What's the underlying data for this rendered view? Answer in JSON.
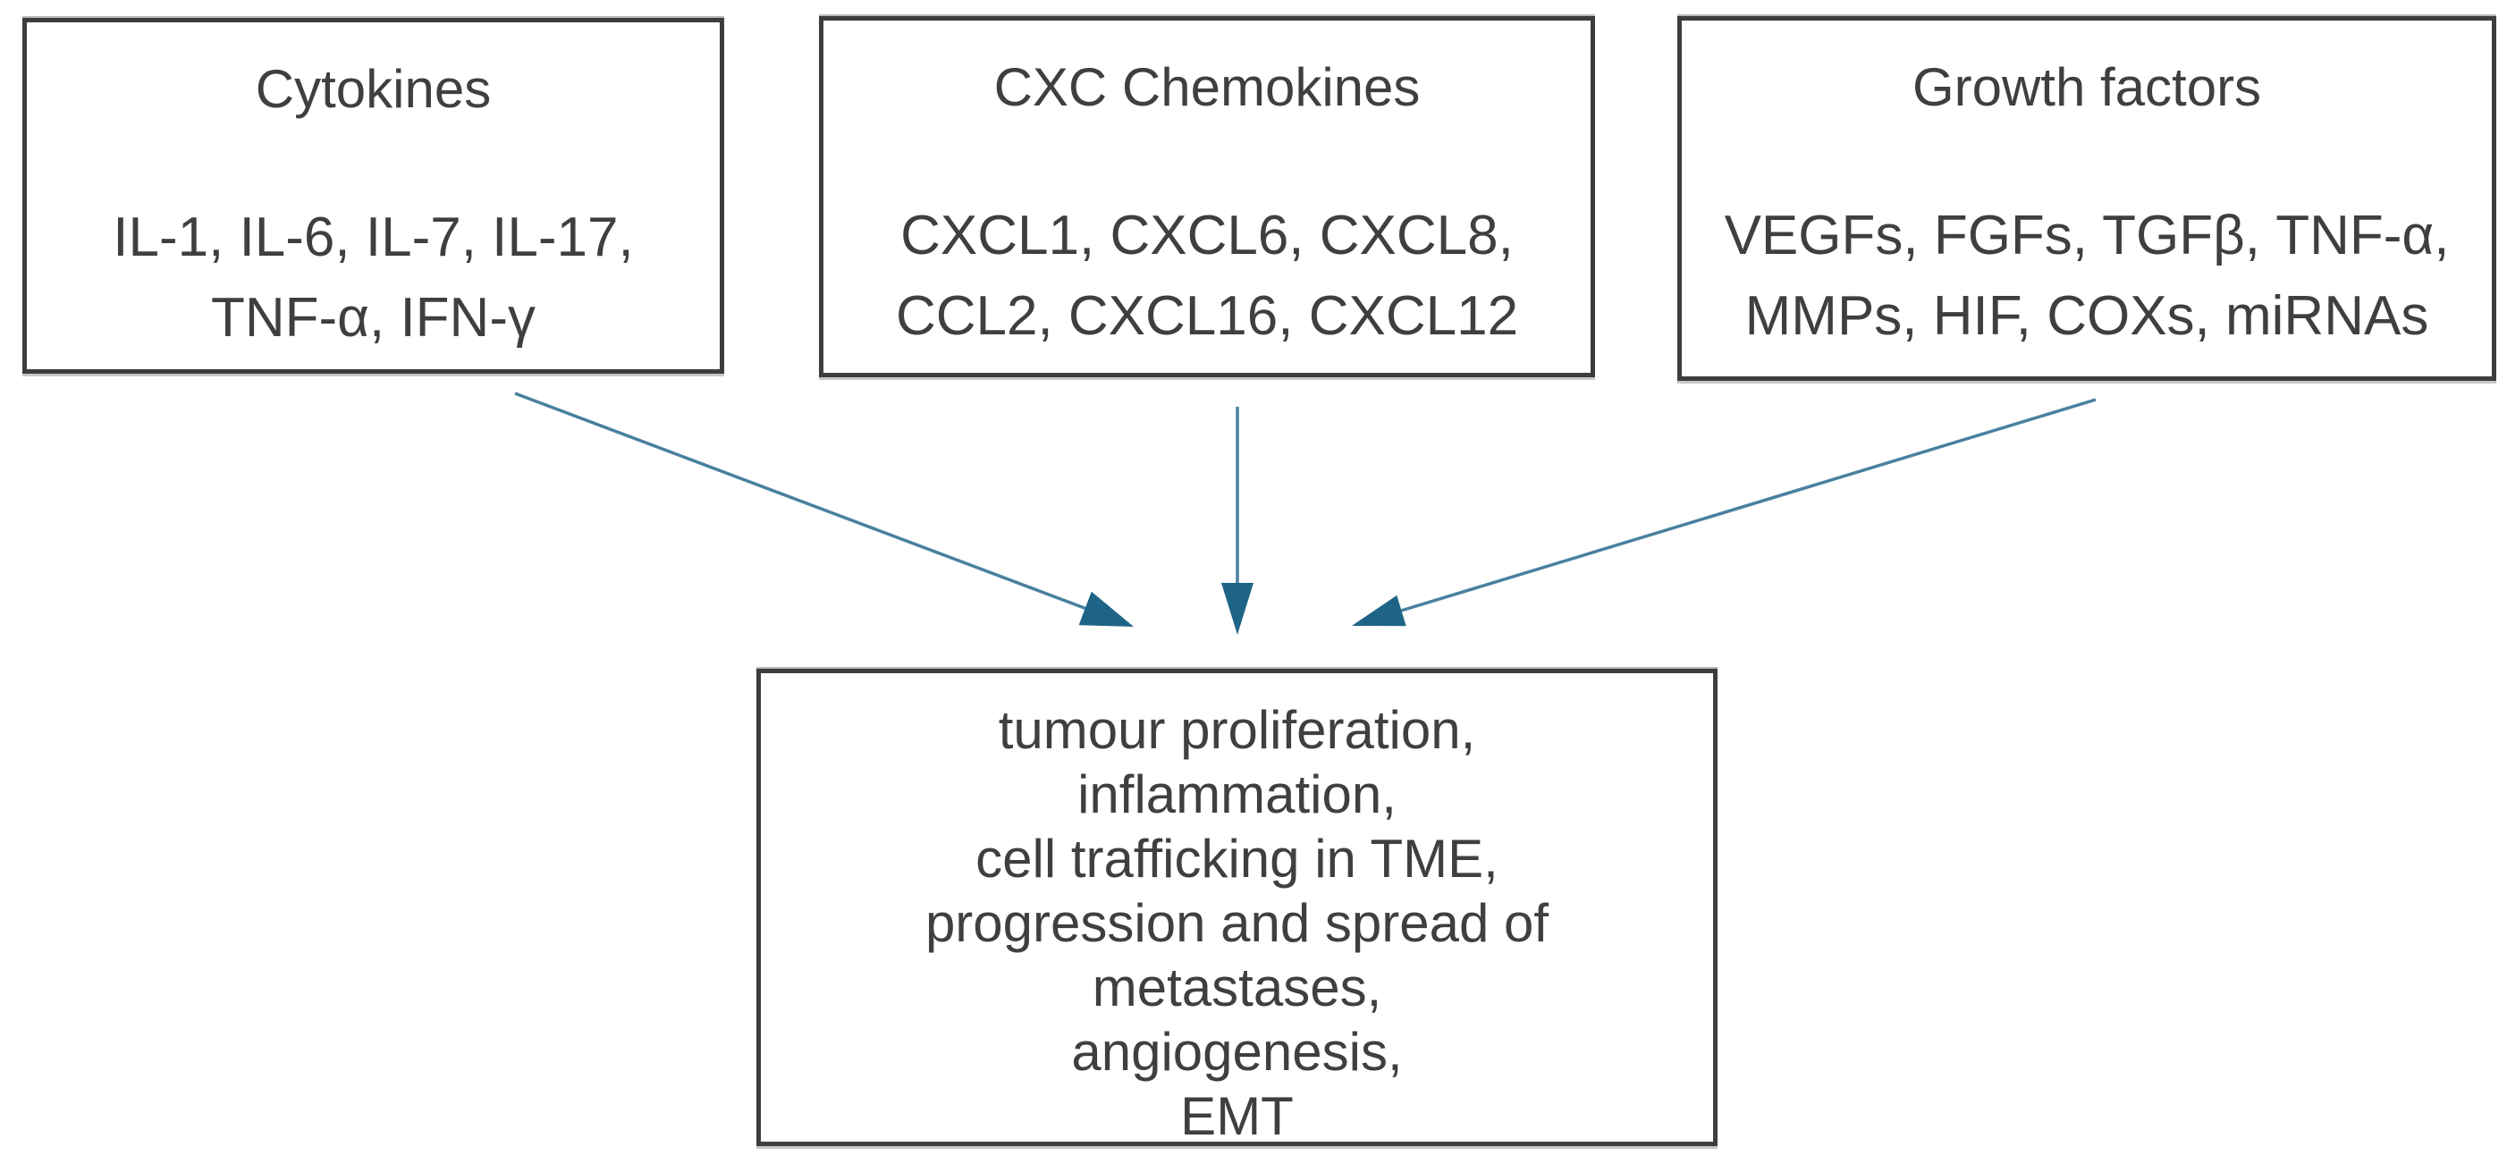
{
  "colors": {
    "background": "#ffffff",
    "box_border": "#3d3d3d",
    "text": "#3f3f3f",
    "arrow_line": "#49809e",
    "arrow_head": "#1e6486"
  },
  "boxes": {
    "cytokines": {
      "title": "Cytokines",
      "lines": [
        "IL-1, IL-6, IL-7, IL-17,",
        "TNF-α, IFN-γ"
      ]
    },
    "chemokines": {
      "title": "CXC Chemokines",
      "lines": [
        "CXCL1, CXCL6, CXCL8,",
        "CCL2, CXCL16, CXCL12"
      ]
    },
    "growth_factors": {
      "title": "Growth factors",
      "lines": [
        "VEGFs, FGFs, TGFβ, TNF-α,",
        "MMPs, HIF, COXs, miRNAs"
      ]
    },
    "effects": {
      "lines": [
        "tumour proliferation,",
        "inflammation,",
        "cell trafficking in TME,",
        "progression and spread of",
        "metastases,",
        "angiogenesis,",
        "EMT"
      ]
    }
  },
  "arrows": [
    {
      "from": "Cytokines",
      "to": "effects box"
    },
    {
      "from": "CXC Chemokines",
      "to": "effects box"
    },
    {
      "from": "Growth factors",
      "to": "effects box"
    }
  ]
}
